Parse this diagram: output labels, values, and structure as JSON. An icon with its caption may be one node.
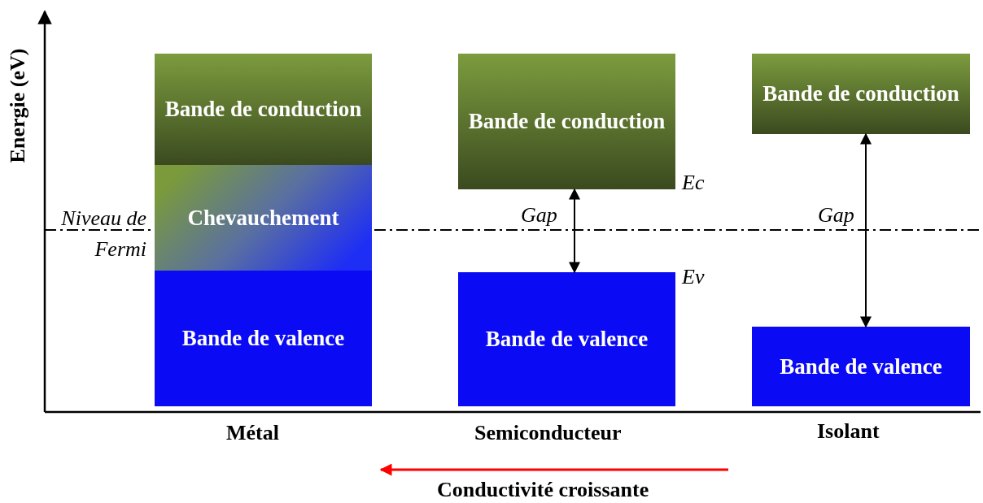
{
  "diagram": {
    "nodes": [
      {
        "text": [
          "Bande de conduction"
        ]
      },
      {
        "text": [
          "Chevauchement"
        ]
      },
      {
        "text": [
          "Bande de valence"
        ]
      },
      {
        "text": [
          "Bande de conduction"
        ],
        "beside": [
          "Ec"
        ]
      },
      {
        "text": [
          "Bande de valence"
        ],
        "beside": [
          "Ev"
        ]
      },
      {
        "text": [
          "Bande de conduction"
        ]
      },
      {
        "text": [
          "Bande de valence"
        ]
      }
    ],
    "edges": [
      {
        "from": 3,
        "to": 4,
        "arrow": "both",
        "label": "Gap"
      },
      {
        "from": 5,
        "to": 6,
        "arrow": "both",
        "label": "Gap"
      }
    ],
    "labels": [
      "Energie (eV)",
      "Niveau de Fermi",
      "Métal",
      "Semiconducteur",
      "Isolant",
      "Conductivité croissante"
    ]
  }
}
